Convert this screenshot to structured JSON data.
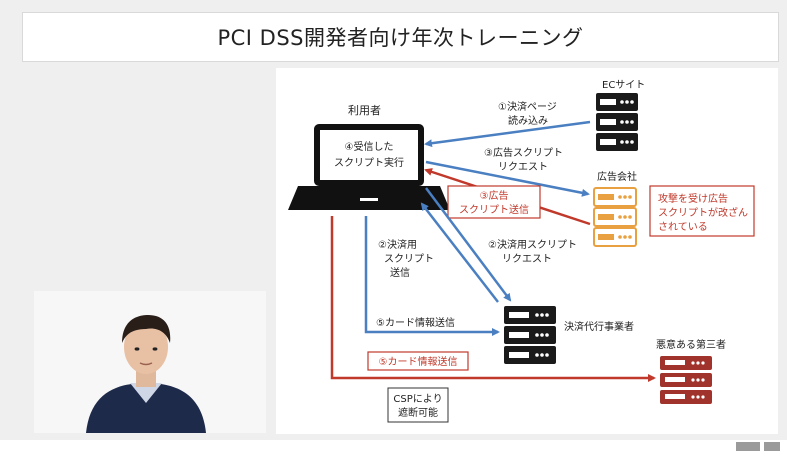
{
  "window": {
    "title": "PCI DSS開発者向け年次トレーニング"
  },
  "diagram": {
    "user_label": "利用者",
    "laptop_screen_line1": "④受信した",
    "laptop_screen_line2": "スクリプト実行",
    "ec_site_label": "ECサイト",
    "ad_company_label": "広告会社",
    "payment_agent_label": "決済代行事業者",
    "third_party_label": "悪意ある第三者",
    "step1_line1": "①決済ページ",
    "step1_line2": "読み込み",
    "step3_request_line1": "③広告スクリプト",
    "step3_request_line2": "リクエスト",
    "step3_send_line1": "③広告",
    "step3_send_line2": "スクリプト送信",
    "attack_note_line1": "攻撃を受け広告",
    "attack_note_line2": "スクリプトが改ざん",
    "attack_note_line3": "されている",
    "step2_send_line1": "②決済用",
    "step2_send_line2": "スクリプト",
    "step2_send_line3": "送信",
    "step2_request_line1": "②決済用スクリプト",
    "step2_request_line2": "リクエスト",
    "step5_send": "⑤カード情報送信",
    "step5_malicious": "⑤カード情報送信",
    "csp_line1": "CSPにより",
    "csp_line2": "遮断可能"
  },
  "colors": {
    "blue_arrow": "#4a7fc1",
    "red_arrow": "#c0392b",
    "server_dark": "#1a1a1a",
    "server_orange": "#e8a040",
    "server_maroon": "#a0342c"
  }
}
